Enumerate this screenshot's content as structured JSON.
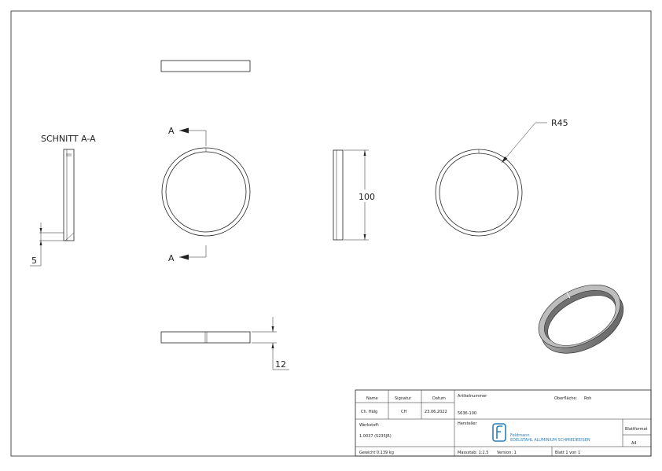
{
  "drawing": {
    "section_title": "SCHNITT A-A",
    "section_marker_top": "A",
    "section_marker_bottom": "A",
    "dim_height": "100",
    "dim_radius": "R45",
    "dim_thickness": "5",
    "dim_width": "12"
  },
  "title_block": {
    "header_name": "Name",
    "header_signatur": "Signatur",
    "header_datum": "Datum",
    "name_value": "Ch. Hälg",
    "signatur_value": "CH",
    "datum_value": "23.06.2022",
    "artikel_label": "Artikelnummer",
    "artikel_value": "5636-100",
    "oberflaeche_label": "Oberfläche:",
    "oberflaeche_value": "Roh",
    "werkstoff_label": "Werkstoff:",
    "werkstoff_value": "1.0037 (S235JR)",
    "hersteller_label": "Hersteller",
    "logo_text": "Feldmann",
    "logo_subtext": "EDELSTAHL ALUMINIUM SCHMIEDEEISEN",
    "blattformat_label": "Blattformat",
    "blattformat_value": "A4",
    "gewicht": "Gewicht 0.139 kg",
    "massstab": "Massstab: 1:2.5",
    "version": "Version: 1",
    "blatt": "Blatt 1 von 1"
  }
}
